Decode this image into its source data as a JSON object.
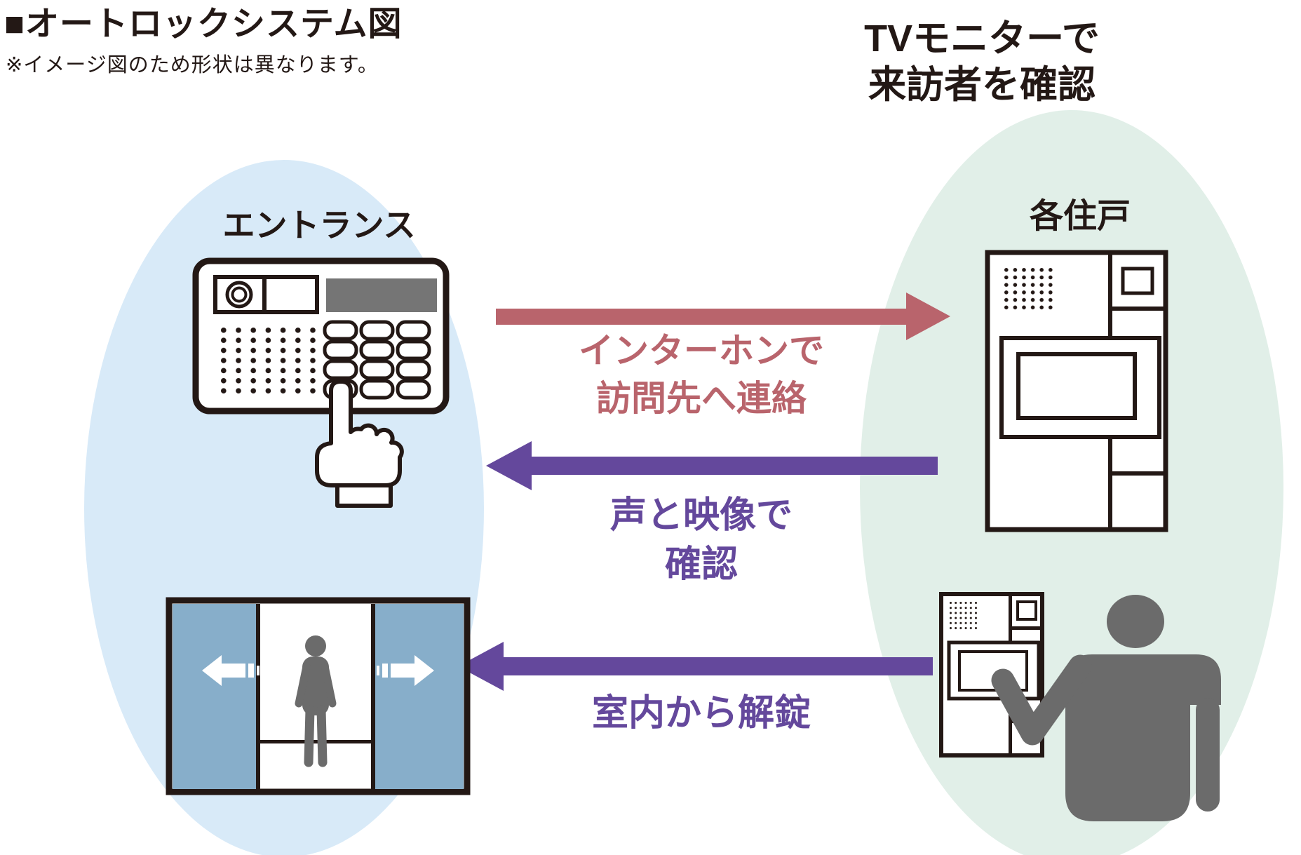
{
  "header": {
    "title": "■オートロックシステム図",
    "note": "※イメージ図のため形状は異なります。"
  },
  "tv_note": {
    "line1": "TVモニターで",
    "line2": "来訪者を確認"
  },
  "zones": {
    "entrance_label": "エントランス",
    "unit_label": "各住戸"
  },
  "flows": [
    {
      "id": "intercom-call",
      "direction": "right",
      "color": "#b9646c",
      "line1": "インターホンで",
      "line2": "訪問先へ連絡"
    },
    {
      "id": "voice-video-check",
      "direction": "left",
      "color": "#64489c",
      "line1": "声と映像で",
      "line2": "確認"
    },
    {
      "id": "unlock-from-room",
      "direction": "left",
      "color": "#64489c",
      "line1": "室内から解錠",
      "line2": ""
    }
  ],
  "colors": {
    "ink": "#231815",
    "arrow_red": "#b9646c",
    "arrow_purple": "#64489c",
    "zone_blue": "#d8eaf8",
    "zone_green": "#e1efe8",
    "door_blue": "#87aeca",
    "person_gray": "#6b6b6b",
    "display_gray": "#757575"
  }
}
